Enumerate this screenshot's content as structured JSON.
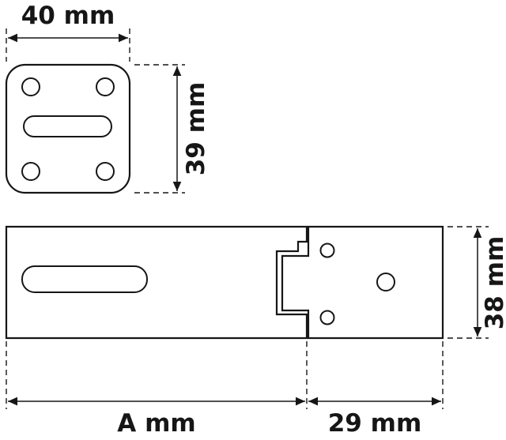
{
  "colors": {
    "line": "#161616",
    "background": "#ffffff"
  },
  "dimension_labels": {
    "front_width": "40 mm",
    "front_height": "39 mm",
    "body_length": "A mm",
    "mount_length": "29 mm",
    "mount_height": "38 mm"
  }
}
